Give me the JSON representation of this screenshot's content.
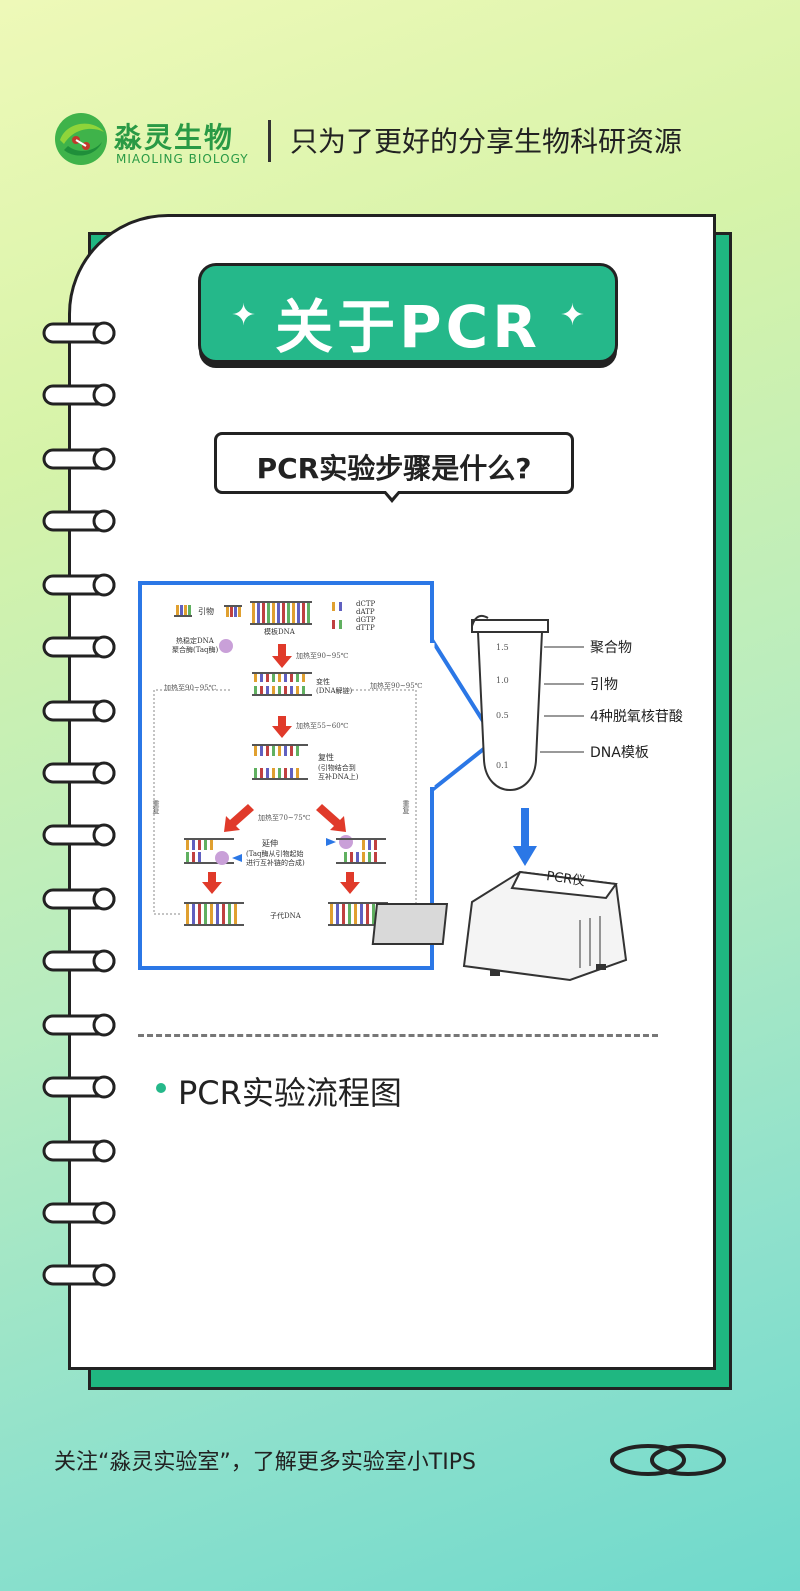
{
  "header": {
    "brand_cn": "淼灵生物",
    "brand_en": "MIAOLING BIOLOGY",
    "tagline": "只为了更好的分享生物科研资源"
  },
  "card": {
    "title": "关于PCR",
    "question": "PCR实验步骤是什么?",
    "figure": {
      "primer_label": "引物",
      "template_label": "模板DNA",
      "polymerase_label_1": "热稳定DNA",
      "polymerase_label_2": "聚合酶(Taq酶)",
      "dntps": [
        "dCTP",
        "dATP",
        "dGTP",
        "dTTP"
      ],
      "heat_label": "加热至90~95℃",
      "denature_label": "变性",
      "denature_sub": "(DNA解链)",
      "cool_label": "加热至55~60℃",
      "anneal_label": "复性",
      "anneal_sub_1": "(引物结合到",
      "anneal_sub_2": "互补DNA上)",
      "extend_heat_label": "加热至70~75℃",
      "extend_label": "延伸",
      "extend_sub_1": "(Taq酶从引物起始",
      "extend_sub_2": "进行互补链的合成)",
      "product_label": "子代DNA",
      "repeat_label": "重复",
      "heat_left": "加热至90~95℃",
      "heat_right": "加热至90~95℃",
      "tube_scale": [
        "1.5",
        "1.0",
        "0.5",
        "0.1"
      ],
      "tube_labels": [
        "聚合物",
        "引物",
        "4种脱氧核苷酸",
        "DNA模板"
      ],
      "machine_label": "PCR仪"
    },
    "caption": "PCR实验流程图"
  },
  "footer": {
    "text": "关注“淼灵实验室”，了解更多实验室小TIPS"
  },
  "colors": {
    "accent": "#25b88a",
    "brand": "#2a9a45",
    "frame_blue": "#2b77e6",
    "arrow_red": "#e03a2a"
  }
}
